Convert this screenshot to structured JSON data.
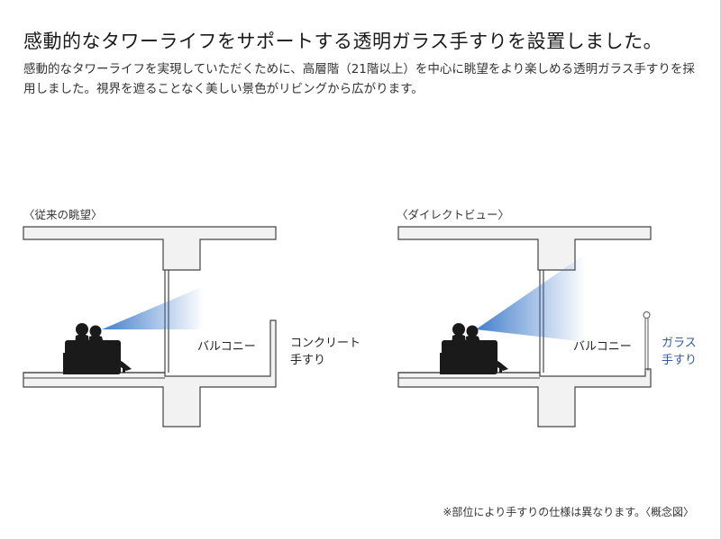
{
  "title": "感動的なタワーライフをサポートする透明ガラス手すりを設置しました。",
  "description": "感動的なタワーライフを実現していただくために、高層階（21階以上）を中心に眺望をより楽しめる透明ガラス手すりを採用しました。視界を遮ることなく美しい景色がリビングから広がります。",
  "left_panel": {
    "label": "〈従来の眺望〉",
    "balcony_label": "バルコニー",
    "railing_label_line1": "コンクリート",
    "railing_label_line2": "手すり"
  },
  "right_panel": {
    "label": "〈ダイレクトビュー〉",
    "balcony_label": "バルコニー",
    "railing_label_line1": "ガラス",
    "railing_label_line2": "手すり"
  },
  "note": "※部位により手すりの仕様は異なります。〈概念図〉",
  "colors": {
    "structure_fill": "#f2f2f2",
    "structure_stroke": "#444444",
    "view_beam": "#3a78c9",
    "glass_label": "#355a9f"
  }
}
